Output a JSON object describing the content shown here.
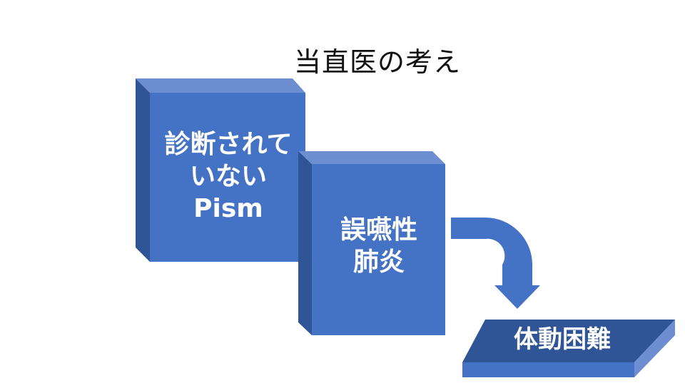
{
  "title": "当直医の考え",
  "box1": {
    "lines": [
      "診断されて",
      "いない",
      "Pism"
    ]
  },
  "box2": {
    "lines": [
      "誤嚥性",
      "肺炎"
    ]
  },
  "box3": {
    "label": "体動困難"
  },
  "colors": {
    "front": "#4472c4",
    "top": "#6d8fd2",
    "side": "#2f5597",
    "text": "#ffffff",
    "title": "#111111"
  }
}
